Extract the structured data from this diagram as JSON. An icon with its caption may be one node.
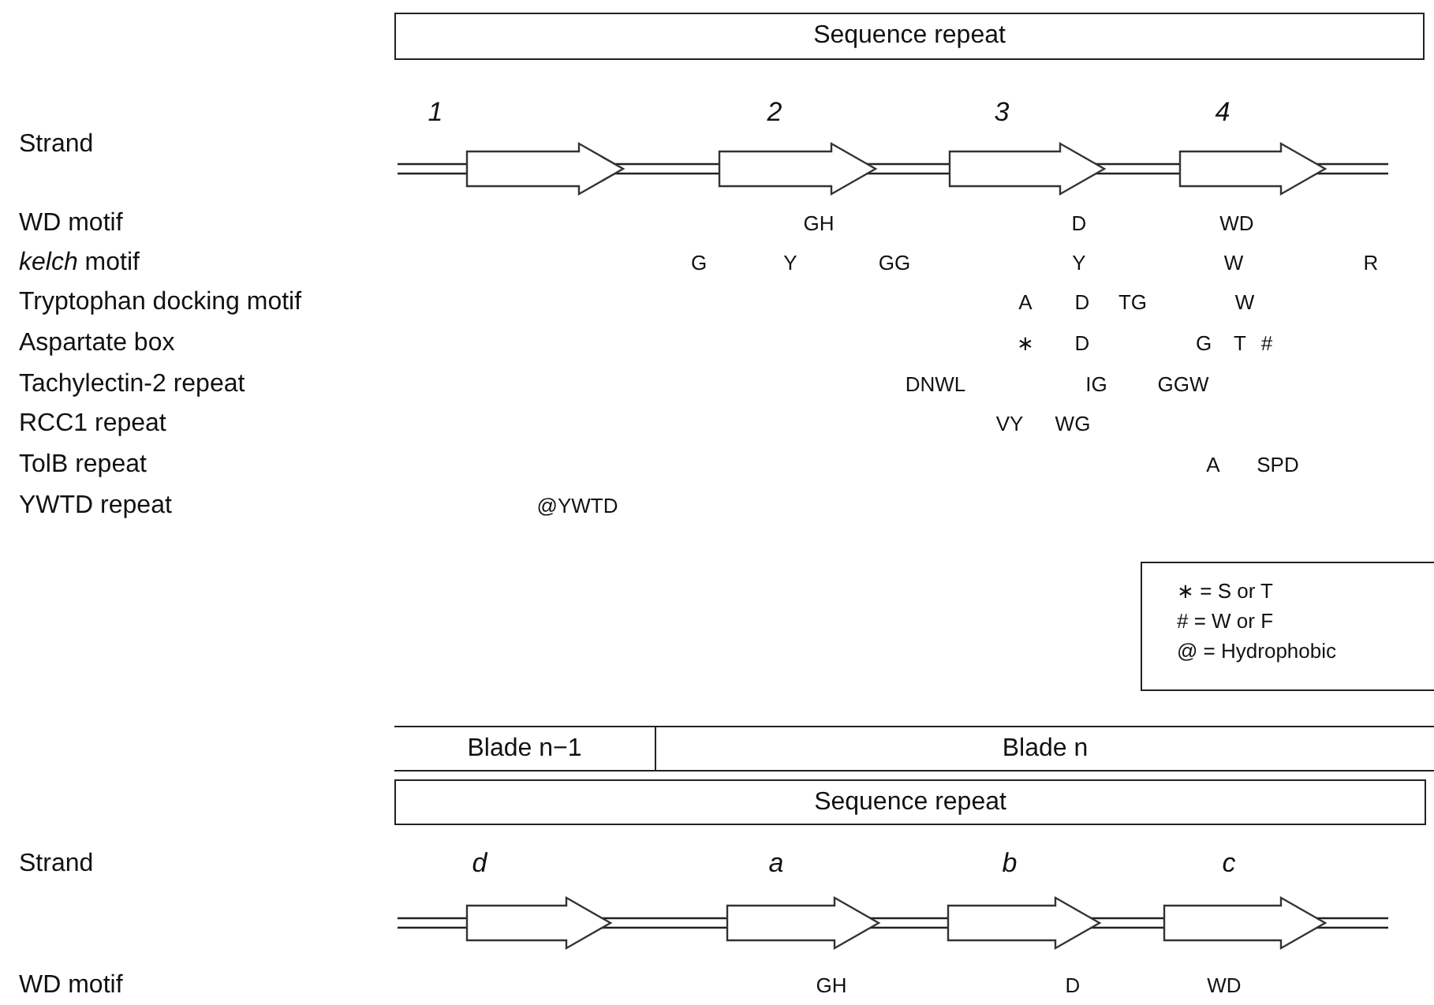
{
  "diagram": {
    "nodes": [
      {
        "text": [
          "Sequence repeat"
        ]
      },
      {
        "text": [
          "Blade n−1"
        ]
      },
      {
        "text": [
          "Blade n"
        ]
      },
      {
        "text": [
          "Sequence repeat"
        ]
      }
    ],
    "labels": [
      "Strand",
      "1",
      "2",
      "3",
      "4",
      "WD motif",
      "GH",
      "D",
      "WD",
      "*kelch* motif",
      "G",
      "Y",
      "GG",
      "Y",
      "W",
      "R",
      "Tryptophan docking motif",
      "A",
      "D",
      "TG",
      "W",
      "Aspartate box",
      "∗",
      "D",
      "G",
      "T",
      "#",
      "Tachylectin-2 repeat",
      "DNWL",
      "IG",
      "GGW",
      "RCC1 repeat",
      "VY",
      "WG",
      "TolB repeat",
      "A",
      "SPD",
      "YWTD repeat",
      "@YWTD",
      "Strand",
      "d",
      "a",
      "b",
      "c",
      "WD motif",
      "GH",
      "D",
      "WD"
    ],
    "legend": [
      {
        "text": "∗ = S or T"
      },
      {
        "text": "# = W or F"
      },
      {
        "text": "@ = Hydrophobic"
      }
    ]
  }
}
